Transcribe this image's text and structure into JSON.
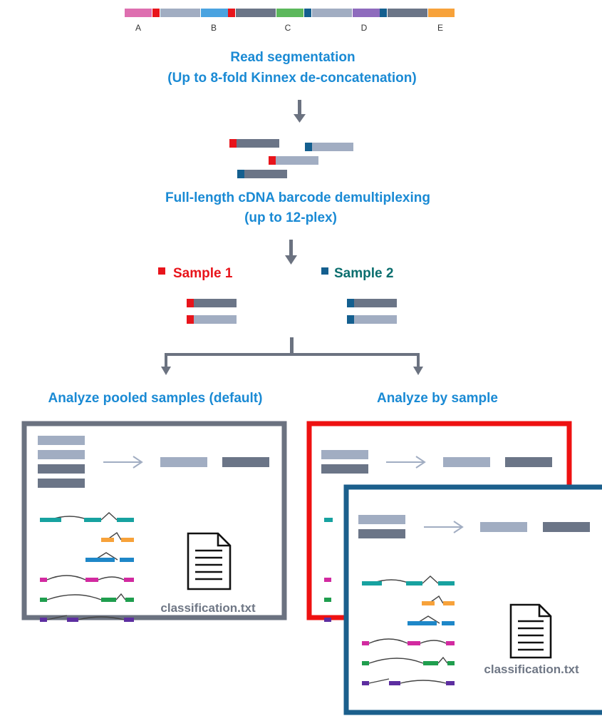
{
  "segments": {
    "labels": [
      "A",
      "B",
      "C",
      "D",
      "E"
    ]
  },
  "steps": {
    "segmentation_line1": "Read segmentation",
    "segmentation_line2": "(Up to 8-fold Kinnex de-concatenation)",
    "demux_line1": "Full-length cDNA barcode demultiplexing",
    "demux_line2": "(up to 12-plex)"
  },
  "samples": {
    "sample1": "Sample 1",
    "sample2": "Sample 2"
  },
  "analysis": {
    "pooled": "Analyze pooled samples (default)",
    "by_sample": "Analyze by sample"
  },
  "panels": {
    "pooled_file": "classification.txt",
    "sample2_file": "classification.txt"
  },
  "colors": {
    "heading_blue": "#1a8ad4",
    "sample1_red": "#e8141b",
    "sample2_teal": "#0b6e6e",
    "barcode_red": "#e8141b",
    "barcode_blue": "#145f8f",
    "read_light": "#a1adc2",
    "read_dark": "#6b7587",
    "panel_grey": "#6b7280",
    "panel_red": "#ee1111",
    "panel_blue": "#1b5f8c",
    "arrow_grey": "#6b7280",
    "transcript_teal": "#17a2a0",
    "transcript_orange": "#f7a23a",
    "transcript_blue": "#1e87c8",
    "transcript_magenta": "#d22aa0",
    "transcript_green": "#1f9e4e",
    "transcript_purple": "#5d2ea0"
  },
  "icons": {
    "down_arrow": "arrow-down-icon",
    "process_arrow": "arrow-right-icon",
    "file": "document-icon"
  }
}
